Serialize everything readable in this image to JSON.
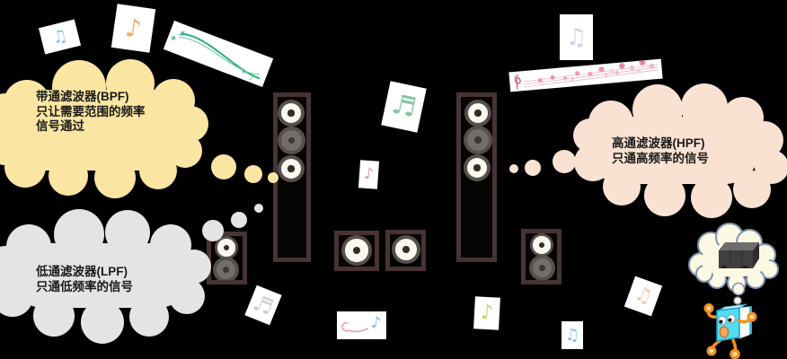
{
  "canvas": {
    "background": "#000000"
  },
  "clouds": {
    "bpf": {
      "color": "#FAE5A2",
      "text_color": "#1A1A1A",
      "lines": [
        "带通滤波器(BPF)",
        "只让需要范围的频率",
        "信号通过"
      ]
    },
    "lpf": {
      "color": "#E4E4E4",
      "text_color": "#1A1A1A",
      "lines": [
        "低通滤波器(LPF)",
        "只通低频率的信号"
      ]
    },
    "hpf": {
      "color": "#F9E2D2",
      "text_color": "#1A1A1A",
      "lines": [
        "高通滤波器(HPF)",
        "只通高频率的信号"
      ]
    }
  },
  "speakers": {
    "cabinet_border": "#473334",
    "cabinet_fill": "#070404",
    "cone_white": "#FBF8EF",
    "cone_gray": "#716E6C",
    "items": [
      "tower-left",
      "tower-right",
      "center-left",
      "center-right",
      "bookshelf-left",
      "bookshelf-right"
    ]
  },
  "robot": {
    "body_color": "#52DCF5",
    "limb_color": "#F28F1F",
    "bubble_fill": "#FBF8E4",
    "bubble_stroke": "#7E93AB",
    "thought_icon": "amplifier-box"
  },
  "notes": [
    {
      "name": "blue-double-note",
      "glyph": "♫",
      "color": "#8FC3EA"
    },
    {
      "name": "orange-note",
      "glyph": "♪",
      "color": "#F2AE68"
    },
    {
      "name": "teal-double-note",
      "glyph": "♬",
      "color": "#83C7A4"
    },
    {
      "name": "pale-blue-double-note",
      "glyph": "♫",
      "color": "#C9D6E8"
    },
    {
      "name": "pink-note",
      "glyph": "♪",
      "color": "#E891B4"
    },
    {
      "name": "gray-double-note",
      "glyph": "♬",
      "color": "#CBCDD2"
    },
    {
      "name": "swirl-blue-note",
      "glyph": "♪",
      "color": "#74B7E6",
      "swirl_color": "#EC9CBE"
    },
    {
      "name": "yellow-green-note",
      "glyph": "♪",
      "color": "#C9CF6B"
    },
    {
      "name": "pale-orange-double-note",
      "glyph": "♫",
      "color": "#F4CBA6"
    },
    {
      "name": "blue-double-note-small",
      "glyph": "♫",
      "color": "#85BAE8"
    }
  ],
  "ribbons": {
    "green": {
      "name": "music-ribbon-green",
      "accent": "#2FA88C",
      "accent2": "#8FC85A",
      "note_glyph": "♬",
      "note_glyph2": "♪"
    },
    "sakura": {
      "name": "music-ribbon-sakura",
      "accent": "#EE93B8",
      "accent2": "#C2506E"
    }
  }
}
